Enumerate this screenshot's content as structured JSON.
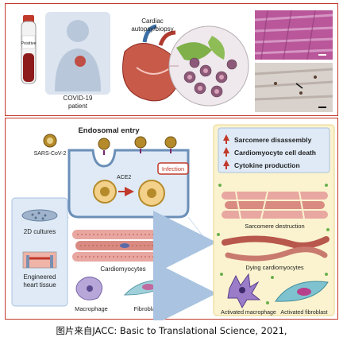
{
  "top": {
    "tube_label": "Positive",
    "patient_label": "COVID-19\npatient",
    "autopsy_label": "Cardiac\nautopsy/biopsy"
  },
  "bottom": {
    "endosomal_title": "Endosomal entry",
    "virus_label": "SARS-CoV-2",
    "receptor_label": "ACE2",
    "infection_label": "Infection",
    "culture_2d": "2D cultures",
    "engineered_line1": "Engineered",
    "engineered_line2": "heart tissue",
    "cardiomyocytes": "Cardiomyocytes",
    "macrophage": "Macrophage",
    "fibroblast": "Fibroblast",
    "effects": [
      "Sarcomere disassembly",
      "Cardiomyocyte cell death",
      "Cytokine production"
    ],
    "sarcomere_destruction": "Sarcomere destruction",
    "dying_cardiomyocytes": "Dying cardiomyocytes",
    "activated_macrophage": "Activated macrophage",
    "activated_fibroblast": "Activated fibroblast"
  },
  "caption": "图片来自JACC: Basic to Translational Science, 2021,",
  "colors": {
    "panel_border": "#c0392b",
    "virus": "#b58a2a",
    "infection_red": "#c0392b",
    "tissue_pink": "#e8a7a0",
    "yellow_panel": "#fbf3cf",
    "blue_panel": "#dfeaf6"
  }
}
